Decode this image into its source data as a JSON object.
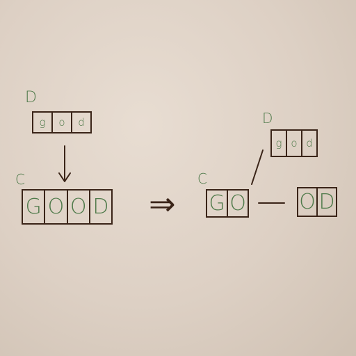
{
  "left": {
    "d_label": "D",
    "c_label": "C",
    "small_letters": [
      "g",
      "o",
      "d"
    ],
    "big_letters": [
      "G",
      "O",
      "O",
      "D"
    ]
  },
  "right": {
    "d_label": "D",
    "c_label": "C",
    "small_letters": [
      "g",
      "o",
      "d"
    ],
    "left_letters": [
      "G",
      "O"
    ],
    "right_letters": [
      "O",
      "D"
    ]
  },
  "arrow_symbol": "⇒",
  "colors": {
    "ink": "#3a2418",
    "text": "#4f7a4a",
    "paper": "#ddd0c4"
  }
}
